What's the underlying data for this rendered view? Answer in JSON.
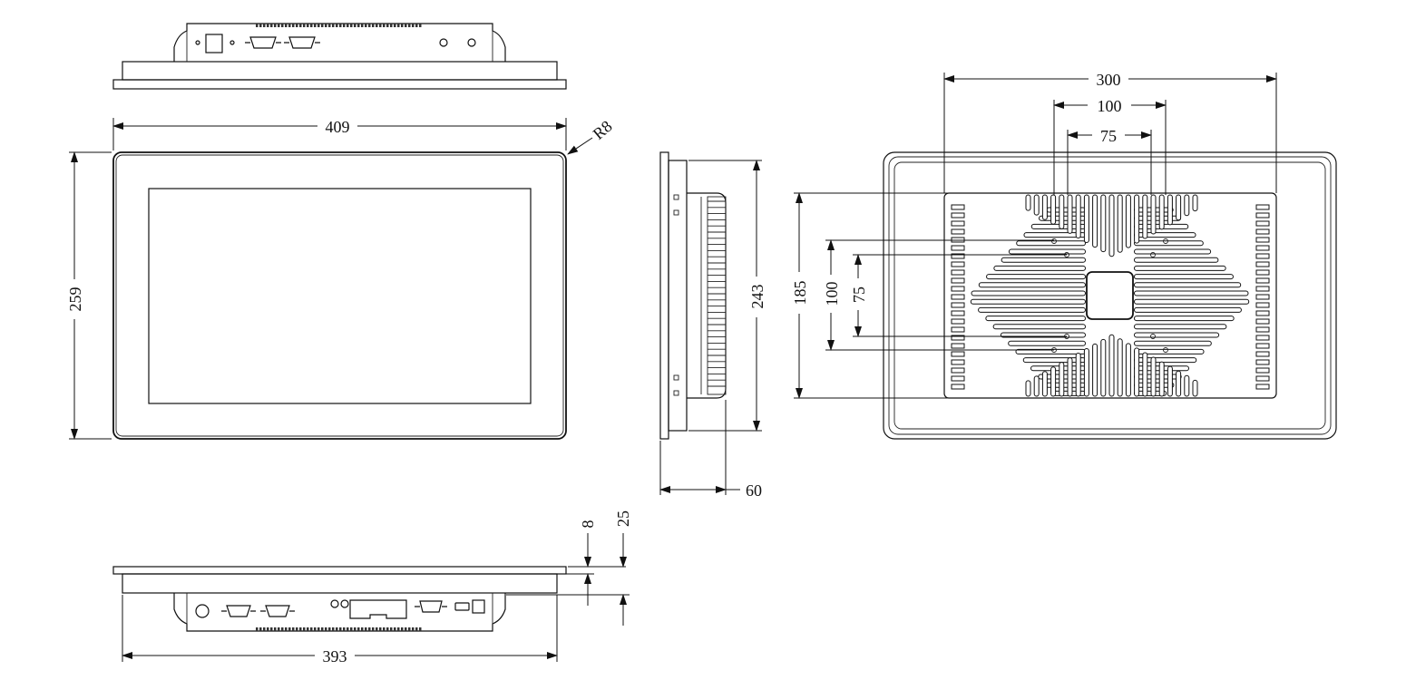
{
  "dimensions": {
    "front_width": "409",
    "front_height": "259",
    "corner_radius": "R8",
    "side_height": "243",
    "side_depth": "60",
    "bottom_width": "393",
    "bottom_frame": "8",
    "bottom_depth": "25",
    "vesa_outer_width": "300",
    "vesa_mid_width": "100",
    "vesa_inner_width": "75",
    "back_height": "185",
    "vesa_mid_height": "100",
    "vesa_inner_height": "75"
  },
  "colors": {
    "line": "#111111",
    "background": "#ffffff"
  }
}
